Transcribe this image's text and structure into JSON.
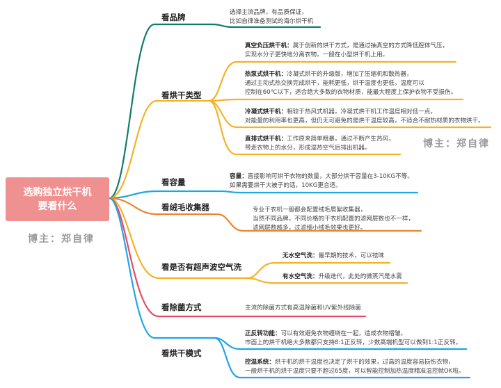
{
  "root": {
    "line1": "选购独立烘干机",
    "line2": "要看什么",
    "color": "#f09191"
  },
  "watermark": {
    "left": "博主：郑自律",
    "right": "博主：郑自律"
  },
  "branches": [
    {
      "label": "看品牌",
      "color": "#127a6c",
      "leaves": [
        {
          "term": "",
          "lines": [
            "选择主流品牌，有品质保证，",
            "比如自律准备测试的海尔烘干机"
          ]
        }
      ]
    },
    {
      "label": "看烘干类型",
      "color": "#f5b225",
      "leaves": [
        {
          "term": "真空负压烘干机：",
          "lines": [
            "属于创新的烘干方式，是通过抽真空的方式降低腔体气压，",
            "实现水分子更快地分离衣物。一般在小型烘干机上用。"
          ]
        },
        {
          "term": "热泵式烘干机：",
          "lines": [
            "冷凝式烘干的升级版，增加了压缩机和散热器，",
            "通过主动式热交换完成烘干，能耗更低，烘干温度也更低，温度可以",
            "控制在60℃以下，适合绝大多数的衣物材质，能最大程度上保护衣物不受损伤。"
          ]
        },
        {
          "term": "冷凝式烘干机：",
          "lines": [
            "相较于热风式机器，冷凝式烘干机工作温度相对低一点，",
            "对能量的利用率也更高，但仍无可避免的是烘干温度较高，不适合不耐热材质的衣物烘干。"
          ]
        },
        {
          "term": "直排式烘干机：",
          "lines": [
            "工作原来简单粗暴，通过不断产生热风，",
            "带走衣物上的水分，形成湿热空气后排出机器。"
          ]
        }
      ]
    },
    {
      "label": "看容量",
      "color": "#1ea5e6",
      "leaves": [
        {
          "term": "容量：",
          "lines": [
            "直接影响可烘干衣物的数量，大部分烘干容量在3-10KG不等。",
            "如果需要烘干大被子的话，10KG更合适。"
          ]
        }
      ]
    },
    {
      "label": "看绒毛收集器",
      "color": "#ef8330",
      "leaves": [
        {
          "term": "",
          "lines": [
            "专业干衣机一般都会配置绒毛屑絮收集器，",
            "当然不同品牌，不同价格的干衣机配置的滤网层数也不一样，",
            "滤网层数越多，过滤细小绒毛效果也更好。"
          ]
        }
      ]
    },
    {
      "label": "看是否有超声波空气洗",
      "color": "#f5b225",
      "leaves": [
        {
          "term": "无水空气洗：",
          "lines": [
            "最早期的技术，可以祛味"
          ]
        },
        {
          "term": "有水空气洗：",
          "lines": [
            "升级迭代，此处的微蒸汽是水雾"
          ]
        }
      ]
    },
    {
      "label": "看除菌方式",
      "color": "#e84a66",
      "leaves": [
        {
          "term": "",
          "lines": [
            "主流的除菌方式有高温除菌和UV紫外线除菌"
          ]
        }
      ]
    },
    {
      "label": "看烘干模式",
      "color": "#1ea5e6",
      "leaves": [
        {
          "term": "正反转功能：",
          "lines": [
            "可以有效避免衣物缠绕在一起，造成衣物褶皱。",
            "市面上的烘干机绝大多数都只支持8:1正反转，少数高端机型可以做到1:1正反转。"
          ]
        },
        {
          "term": "控温系统：",
          "lines": [
            "烘干机的烘干温度也决定了烘干的效果，过高的温度容易损伤衣物，",
            "一般烘干机的烘干温度只要不超过65度，可以智能控制加热温度精准温控就OK啦。"
          ]
        }
      ]
    }
  ]
}
